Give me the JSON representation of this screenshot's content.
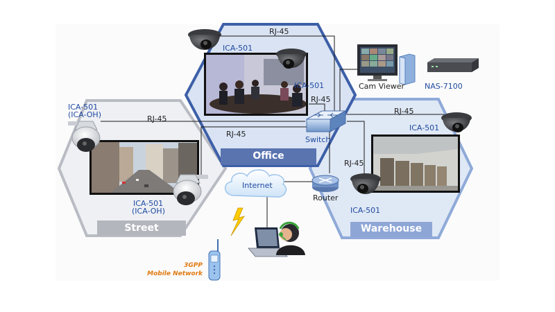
{
  "zones": {
    "office": "Office",
    "street": "Street",
    "warehouse": "Warehouse"
  },
  "devices": {
    "cam_office_top": "ICA-501",
    "cam_office_right": "ICA-501",
    "cam_street_top_model": "ICA-501",
    "cam_street_top_variant": "(ICA-OH)",
    "cam_street_bottom_model": "ICA-501",
    "cam_street_bottom_variant": "(ICA-OH)",
    "cam_warehouse_top": "ICA-501",
    "cam_warehouse_bottom": "ICA-501",
    "cam_viewer": "Cam Viewer",
    "nas": "NAS-7100",
    "switch": "Switch",
    "router": "Router",
    "internet": "Internet"
  },
  "links": {
    "top": "RJ-45",
    "office_switch": "RJ-45",
    "street_top": "RJ-45",
    "street_mid": "RJ-45",
    "warehouse": "RJ-45",
    "router": "RJ-45"
  },
  "mobile": {
    "line1": "3GPP",
    "line2": "Mobile Network"
  },
  "colors": {
    "office_fill": "#d9e3f3",
    "office_border": "#3d5fa8",
    "office_band": "#5a74b0",
    "street_fill": "#eef0f4",
    "street_border": "#b9bcc3",
    "street_band": "#b3b6bc",
    "warehouse_fill": "#dfe8f5",
    "warehouse_border": "#8faad8",
    "warehouse_band": "#8ea6d6",
    "mobile_text": "#e07a10",
    "label_blue": "#1f4aa0"
  }
}
